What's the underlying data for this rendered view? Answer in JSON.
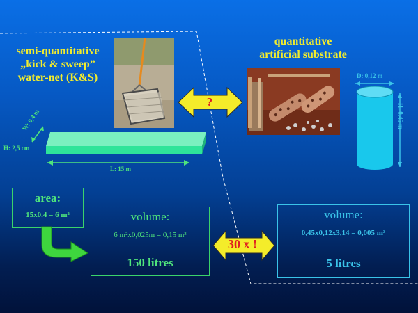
{
  "left_title": {
    "line1": "semi-quantitative",
    "line2": "„kick & sweep”",
    "line3": "water-net (K&S)"
  },
  "right_title": {
    "line1": "quantitative",
    "line2": "artificial substrate"
  },
  "question_mark": "?",
  "strip": {
    "width_label": "W: 0,4 m",
    "height_label": "H: 2,5 cm",
    "length_label": "L: 15 m",
    "color": "#2ee49a"
  },
  "cylinder": {
    "diameter_label": "D: 0,12 m",
    "height_label": "H: 0,45 m",
    "color": "#19c8ec"
  },
  "area_box": {
    "title": "area:",
    "formula": "15x0.4 = 6 m²"
  },
  "volume_left": {
    "title": "volume:",
    "formula": "6 m²x0,025m = 0,15 m³",
    "result": "150 litres"
  },
  "volume_right": {
    "title": "volume:",
    "formula": "0,45x0,12x3,14 = 0,005 m³",
    "result": "5 litres"
  },
  "ratio": "30 x !",
  "colors": {
    "title_yellow": "#f1ec2e",
    "label_green": "#4fe47c",
    "label_cyan": "#3ac3e8",
    "arrow_yellow": "#f4ec2a",
    "highlight_red": "#e02020"
  }
}
